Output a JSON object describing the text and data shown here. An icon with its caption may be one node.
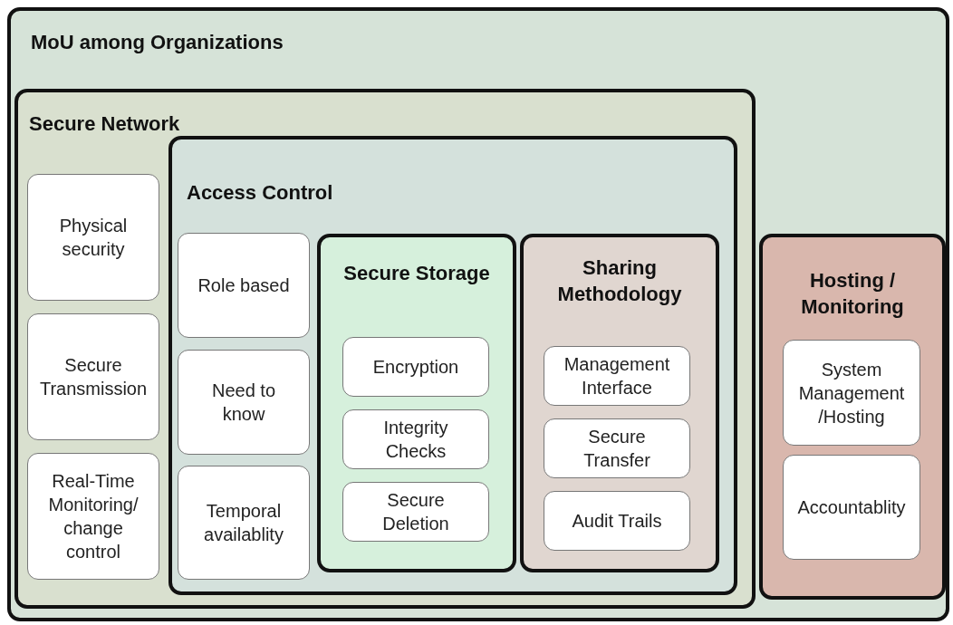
{
  "diagram": {
    "nodes": [
      {
        "text": [
          "MoU among Organizations"
        ]
      },
      {
        "text": [
          "Secure Network"
        ],
        "in": 0
      },
      {
        "text": [
          "Physical security"
        ],
        "in": 1
      },
      {
        "text": [
          "Secure Transmission"
        ],
        "in": 1
      },
      {
        "text": [
          "Real-Time Monitoring/ change control"
        ],
        "in": 1
      },
      {
        "text": [
          "Access Control"
        ],
        "in": 1
      },
      {
        "text": [
          "Role based"
        ],
        "in": 5
      },
      {
        "text": [
          "Need to know"
        ],
        "in": 5
      },
      {
        "text": [
          "Temporal availablity"
        ],
        "in": 5
      },
      {
        "text": [
          "Secure Storage"
        ],
        "in": 5
      },
      {
        "text": [
          "Encryption"
        ],
        "in": 9
      },
      {
        "text": [
          "Integrity Checks"
        ],
        "in": 9
      },
      {
        "text": [
          "Secure Deletion"
        ],
        "in": 9
      },
      {
        "text": [
          "Sharing Methodology"
        ],
        "in": 5
      },
      {
        "text": [
          "Management Interface"
        ],
        "in": 13
      },
      {
        "text": [
          "Secure Transfer"
        ],
        "in": 13
      },
      {
        "text": [
          "Audit Trails"
        ],
        "in": 13
      },
      {
        "text": [
          "Hosting / Monitoring"
        ],
        "in": 0
      },
      {
        "text": [
          "System Management /Hosting"
        ],
        "in": 17
      },
      {
        "text": [
          "Accountablity"
        ],
        "in": 17
      }
    ]
  }
}
